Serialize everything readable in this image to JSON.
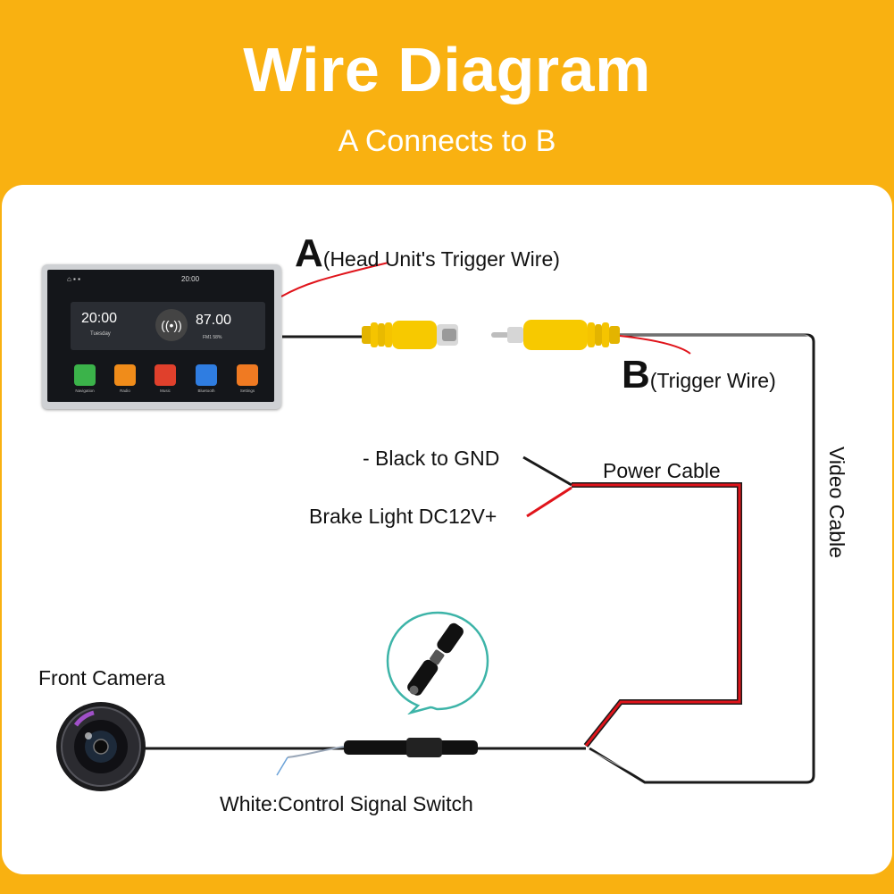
{
  "header": {
    "title": "Wire Diagram",
    "subtitle": "A Connects to B"
  },
  "labels": {
    "a_letter": "A",
    "a_text": "(Head Unit's Trigger Wire)",
    "b_letter": "B",
    "b_text": "(Trigger Wire)",
    "black_gnd": "- Black to GND",
    "brake_light": "Brake Light DC12V+",
    "power_cable": "Power Cable",
    "video_cable": "Video Cable",
    "front_camera": "Front Camera",
    "control_signal": "White:Control Signal Switch"
  },
  "head_unit": {
    "clock": "20:00",
    "day": "Tuesday",
    "frequency": "87.00",
    "band": "FM1    58%",
    "status_time": "20:00",
    "apps": [
      "Navigation",
      "Radio",
      "Music",
      "Bluetooth",
      "Settings"
    ],
    "app_colors": [
      "#3bb34a",
      "#f08c1a",
      "#e0402c",
      "#2f7de1",
      "#f07a22"
    ]
  },
  "colors": {
    "header_bg": "#f9b111",
    "red_wire": "#e0141b",
    "black_wire": "#1a1a1a",
    "rca_yellow": "#f5c400"
  },
  "icons": {
    "radio": "radio-signal-icon",
    "bubble": "connector-plug-icon"
  }
}
